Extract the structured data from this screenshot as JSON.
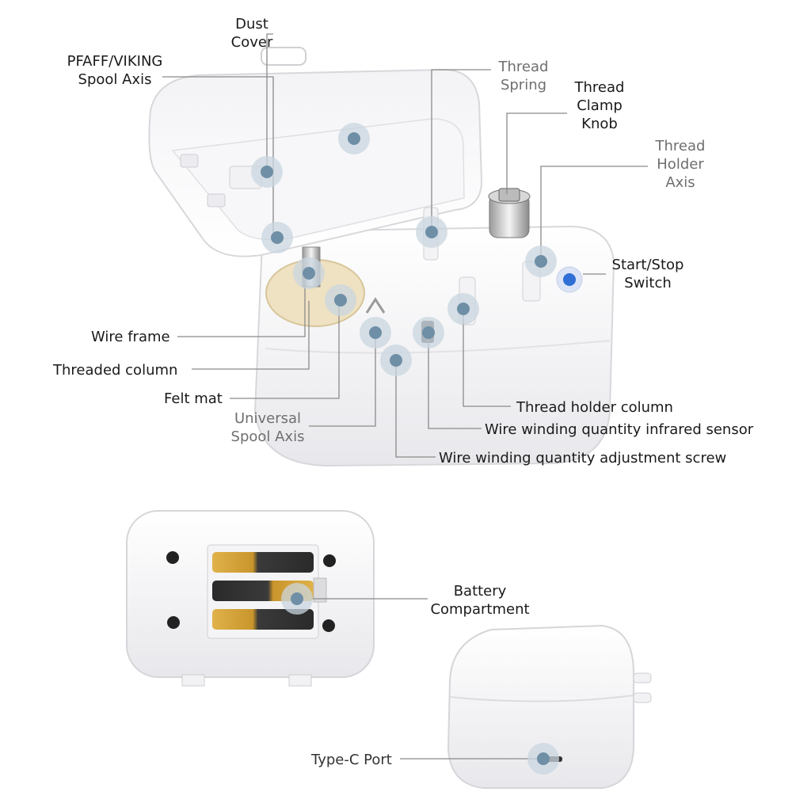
{
  "labels": {
    "dust_cover": [
      "Dust",
      "Cover"
    ],
    "pfaff_viking": [
      "PFAFF/VIKING",
      "Spool Axis"
    ],
    "thread_spring": [
      "Thread",
      "Spring"
    ],
    "thread_clamp_knob": [
      "Thread",
      "Clamp",
      "Knob"
    ],
    "thread_holder_axis": [
      "Thread",
      "Holder",
      "Axis"
    ],
    "start_stop_switch": [
      "Start/Stop",
      "Switch"
    ],
    "wire_frame": "Wire frame",
    "threaded_column": "Threaded column",
    "felt_mat": "Felt mat",
    "universal_spool_axis": [
      "Universal",
      "Spool Axis"
    ],
    "thread_holder_column": "Thread holder column",
    "infrared_sensor": "Wire winding quantity infrared sensor",
    "adjustment_screw": "Wire winding quantity adjustment screw",
    "battery_compartment": [
      "Battery",
      "Compartment"
    ],
    "type_c_port": "Type-C Port"
  },
  "colors": {
    "marker": "#6f8fa6",
    "marker_halo": "#c9d6df",
    "leader": "#8a8a8a",
    "device": "#ffffff",
    "device_shade": "#e9e9ec",
    "switch": "#2f6fd6",
    "battery_gold": "#c9952c",
    "battery_black": "#2a2a2a"
  }
}
